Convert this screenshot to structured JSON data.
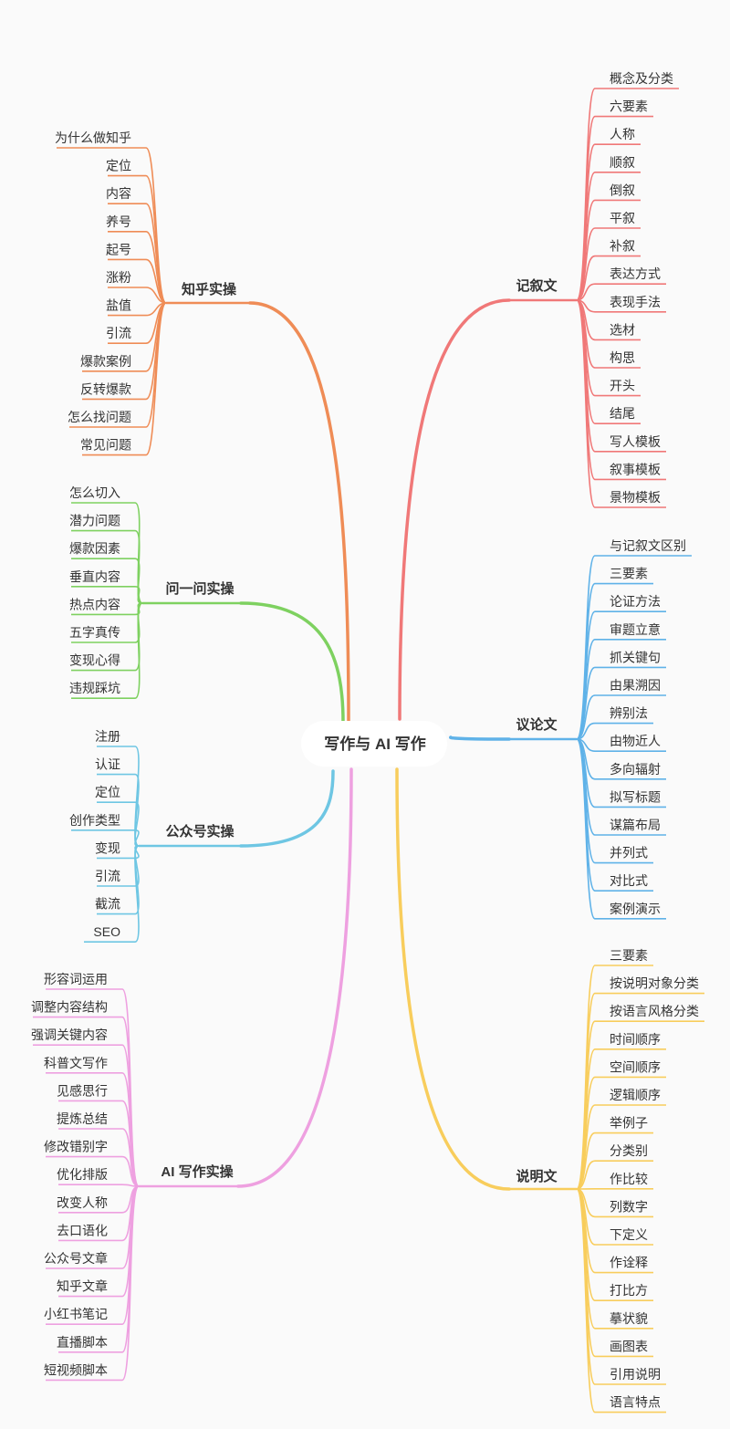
{
  "center": {
    "title": "写作与 AI 写作"
  },
  "branches": [
    {
      "id": "zhihu",
      "title": "知乎实操",
      "color": "#ef8c56",
      "items": [
        "为什么做知乎",
        "定位",
        "内容",
        "养号",
        "起号",
        "涨粉",
        "盐值",
        "引流",
        "爆款案例",
        "反转爆款",
        "怎么找问题",
        "常见问题"
      ]
    },
    {
      "id": "wenyiwen",
      "title": "问一问实操",
      "color": "#7ed160",
      "items": [
        "怎么切入",
        "潜力问题",
        "爆款因素",
        "垂直内容",
        "热点内容",
        "五字真传",
        "变现心得",
        "违规踩坑"
      ]
    },
    {
      "id": "gongzhonghao",
      "title": "公众号实操",
      "color": "#6ec6e3",
      "items": [
        "注册",
        "认证",
        "定位",
        "创作类型",
        "变现",
        "引流",
        "截流",
        "SEO"
      ]
    },
    {
      "id": "ai-writing",
      "title": "AI 写作实操",
      "color": "#eea0e0",
      "items": [
        "形容词运用",
        "调整内容结构",
        "强调关键内容",
        "科普文写作",
        "见感思行",
        "提炼总结",
        "修改错别字",
        "优化排版",
        "改变人称",
        "去口语化",
        "公众号文章",
        "知乎文章",
        "小红书笔记",
        "直播脚本",
        "短视频脚本"
      ]
    },
    {
      "id": "narrative",
      "title": "记叙文",
      "color": "#f07878",
      "items": [
        "概念及分类",
        "六要素",
        "人称",
        "顺叙",
        "倒叙",
        "平叙",
        "补叙",
        "表达方式",
        "表现手法",
        "选材",
        "构思",
        "开头",
        "结尾",
        "写人模板",
        "叙事模板",
        "景物模板"
      ]
    },
    {
      "id": "argumentative",
      "title": "议论文",
      "color": "#5fb2e8",
      "items": [
        "与记叙文区别",
        "三要素",
        "论证方法",
        "审题立意",
        "抓关键句",
        "由果溯因",
        "辨别法",
        "由物近人",
        "多向辐射",
        "拟写标题",
        "谋篇布局",
        "并列式",
        "对比式",
        "案例演示"
      ]
    },
    {
      "id": "expository",
      "title": "说明文",
      "color": "#f8cd5c",
      "items": [
        "三要素",
        "按说明对象分类",
        "按语言风格分类",
        "时间顺序",
        "空间顺序",
        "逻辑顺序",
        "举例子",
        "分类别",
        "作比较",
        "列数字",
        "下定义",
        "作诠释",
        "打比方",
        "摹状貌",
        "画图表",
        "引用说明",
        "语言特点"
      ]
    }
  ]
}
